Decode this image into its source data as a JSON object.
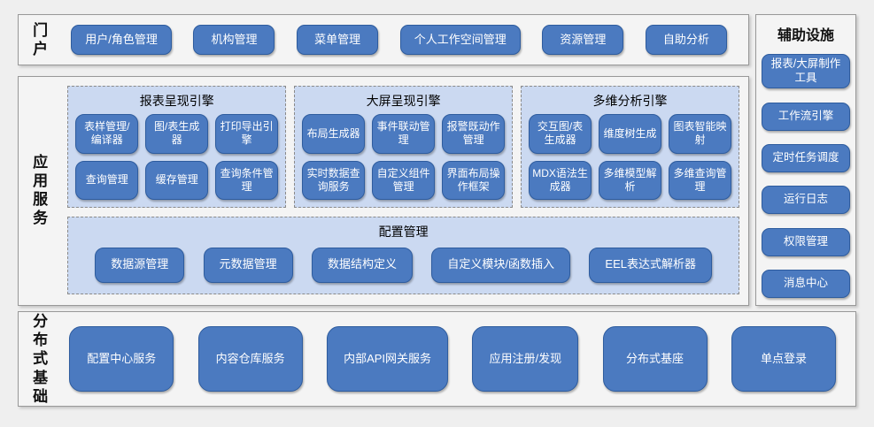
{
  "colors": {
    "node_fill": "#4b7ac0",
    "node_border": "#2e5c9e",
    "node_text": "#ffffff",
    "group_fill": "#cbd9f1",
    "group_dash_border": "#8a8a8a",
    "panel_fill": "#f4f4f4",
    "panel_border": "#989898",
    "label_text": "#111111"
  },
  "portal": {
    "label": "门户",
    "items": [
      "用户/角色管理",
      "机构管理",
      "菜单管理",
      "个人工作空间管理",
      "资源管理",
      "自助分析"
    ]
  },
  "app_services": {
    "label": "应用服务",
    "engines": [
      {
        "title": "报表呈现引擎",
        "items": [
          "表样管理/编译器",
          "图/表生成器",
          "打印导出引擎",
          "查询管理",
          "缓存管理",
          "查询条件管理"
        ]
      },
      {
        "title": "大屏呈现引擎",
        "items": [
          "布局生成器",
          "事件联动管理",
          "报警既动作管理",
          "实时数据查询服务",
          "自定义组件管理",
          "界面布局操作框架"
        ]
      },
      {
        "title": "多维分析引擎",
        "items": [
          "交互图/表生成器",
          "维度树生成",
          "图表智能映射",
          "MDX语法生成器",
          "多维模型解析",
          "多维查询管理"
        ]
      }
    ],
    "config": {
      "title": "配置管理",
      "items": [
        "数据源管理",
        "元数据管理",
        "数据结构定义",
        "自定义模块/函数插入",
        "EEL表达式解析器"
      ]
    }
  },
  "auxiliary": {
    "label": "辅助设施",
    "items": [
      "报表/大屏制作工具",
      "工作流引擎",
      "定时任务调度",
      "运行日志",
      "权限管理",
      "消息中心"
    ]
  },
  "distributed": {
    "label": "分布式基础",
    "items": [
      "配置中心服务",
      "内容仓库服务",
      "内部API网关服务",
      "应用注册/发现",
      "分布式基座",
      "单点登录"
    ]
  }
}
